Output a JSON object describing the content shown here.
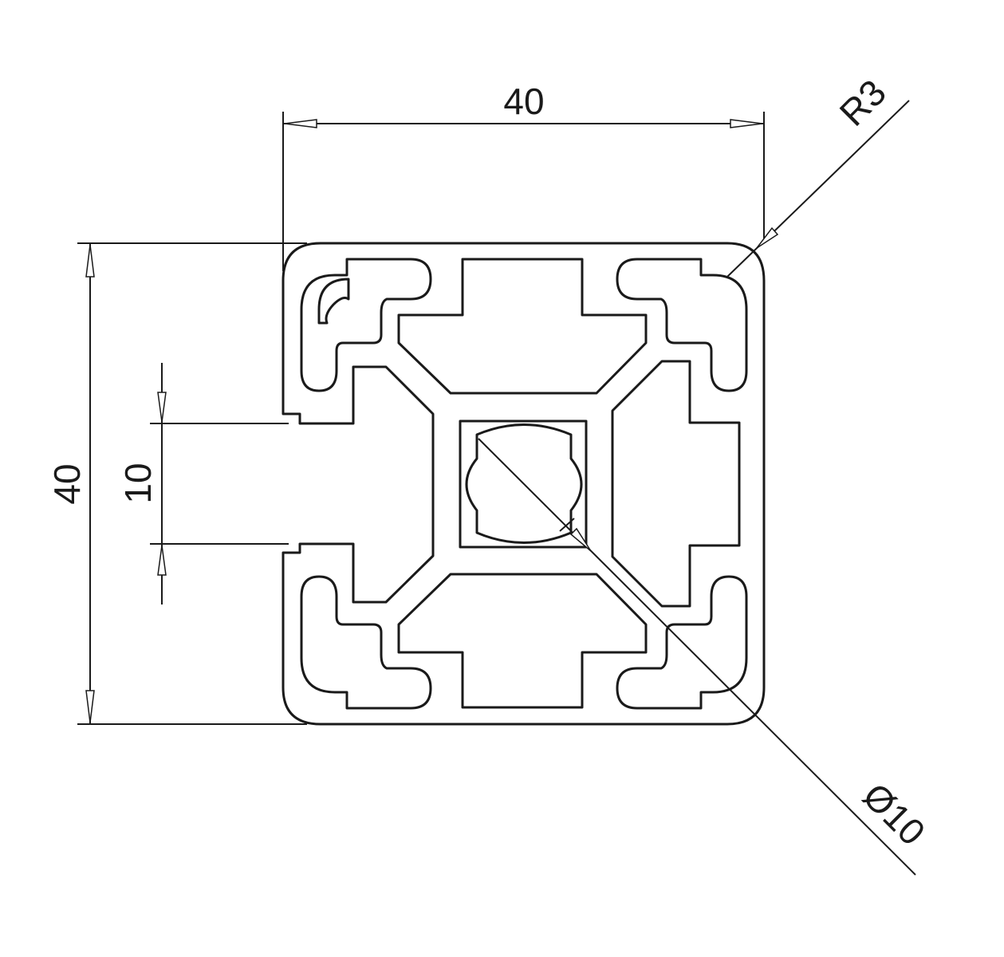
{
  "dimensions": {
    "width_label": "40",
    "height_label": "40",
    "slot_label": "10",
    "radius_label": "R3",
    "bore_label": "Ø10"
  }
}
